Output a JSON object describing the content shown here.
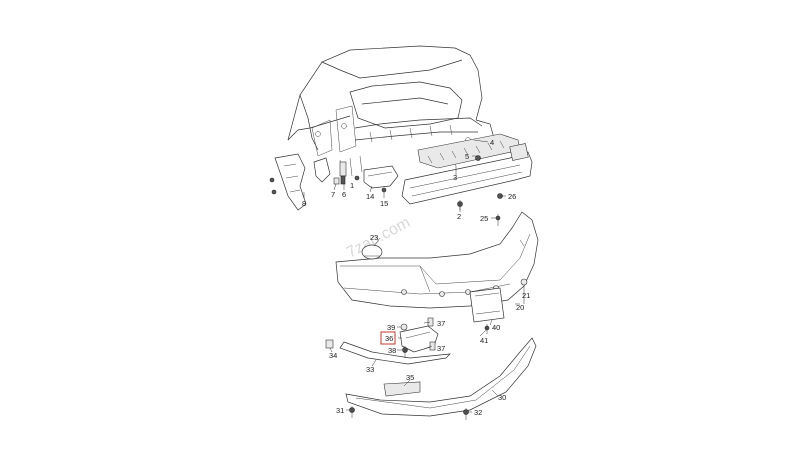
{
  "watermark": "7zap.com",
  "highlighted_part": "36",
  "callouts": [
    {
      "id": "1",
      "label": "1"
    },
    {
      "id": "2",
      "label": "2"
    },
    {
      "id": "3",
      "label": "3"
    },
    {
      "id": "4",
      "label": "4"
    },
    {
      "id": "5",
      "label": "5"
    },
    {
      "id": "6",
      "label": "6"
    },
    {
      "id": "7",
      "label": "7"
    },
    {
      "id": "8",
      "label": "8"
    },
    {
      "id": "14",
      "label": "14"
    },
    {
      "id": "15",
      "label": "15"
    },
    {
      "id": "20",
      "label": "20"
    },
    {
      "id": "21",
      "label": "21"
    },
    {
      "id": "23",
      "label": "23"
    },
    {
      "id": "25",
      "label": "25"
    },
    {
      "id": "26",
      "label": "26"
    },
    {
      "id": "30",
      "label": "30"
    },
    {
      "id": "31",
      "label": "31"
    },
    {
      "id": "32",
      "label": "32"
    },
    {
      "id": "33",
      "label": "33"
    },
    {
      "id": "34",
      "label": "34"
    },
    {
      "id": "35",
      "label": "35"
    },
    {
      "id": "36",
      "label": "36"
    },
    {
      "id": "37a",
      "label": "37"
    },
    {
      "id": "37b",
      "label": "37"
    },
    {
      "id": "38",
      "label": "38"
    },
    {
      "id": "39",
      "label": "39"
    },
    {
      "id": "40",
      "label": "40"
    },
    {
      "id": "41",
      "label": "41"
    }
  ]
}
